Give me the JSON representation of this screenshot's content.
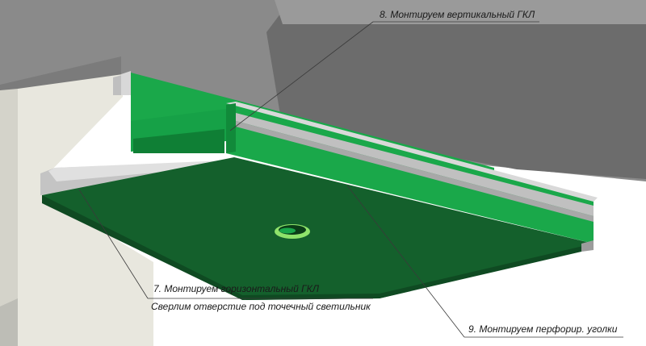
{
  "colors": {
    "ceiling": "#6e6e6e",
    "upper_wall": "#8c8c8c",
    "wall_left": "#e9e8df",
    "room_bg": "#ffffff",
    "gkl_green": "#1aa84a",
    "gkl_dark": "#14602c",
    "gkl_mid": "#1e8a3e",
    "profile_gray": "#bdbdbd",
    "profile_light": "#dcdcdc",
    "leader_line": "#3a3a3a"
  },
  "labels": {
    "step8": "8. Монтируем вертикальный ГКЛ",
    "step7": "7. Монтируем горизонтальный ГКЛ",
    "step7_sub": "Сверлим отверстие под точечный светильник",
    "step9": "9. Монтируем перфорир. уголки"
  }
}
